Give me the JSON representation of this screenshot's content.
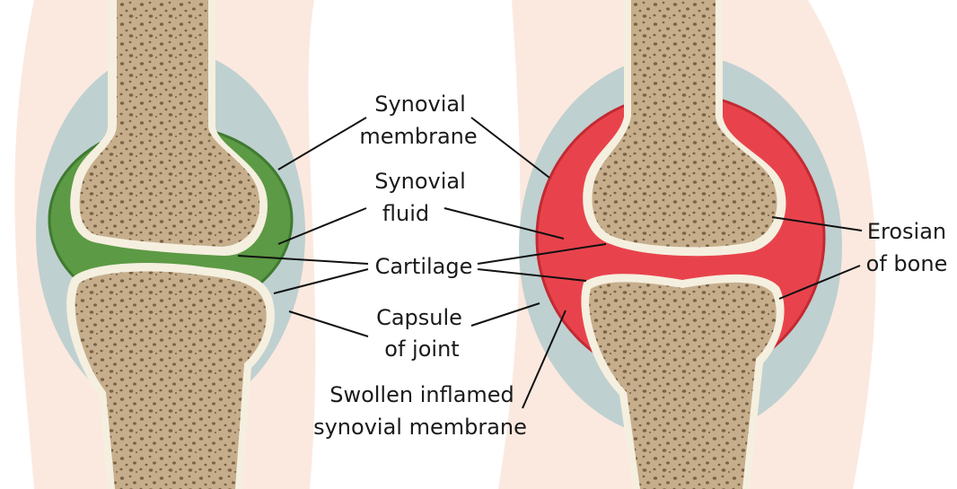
{
  "labels": {
    "synovial_membrane_l1": "Synovial",
    "synovial_membrane_l2": "membrane",
    "synovial_fluid_l1": "Synovial",
    "synovial_fluid_l2": "fluid",
    "cartilage": "Cartilage",
    "capsule_l1": "Capsule",
    "capsule_l2": "of joint",
    "swollen_l1": "Swollen inflamed",
    "swollen_l2": "synovial membrane",
    "erosion_l1": "Erosian",
    "erosion_l2": "of bone"
  },
  "colors": {
    "skin": "#fbe9df",
    "capsule": "#bfd0d0",
    "fluid_healthy": "#5c9a45",
    "fluid_healthy_border": "#3f7a31",
    "inflamed": "#e8434c",
    "inflamed_border": "#c22a33",
    "cartilage": "#f5efdf",
    "bone": "#c6ae8c",
    "bone_pores": "#7a6246"
  }
}
